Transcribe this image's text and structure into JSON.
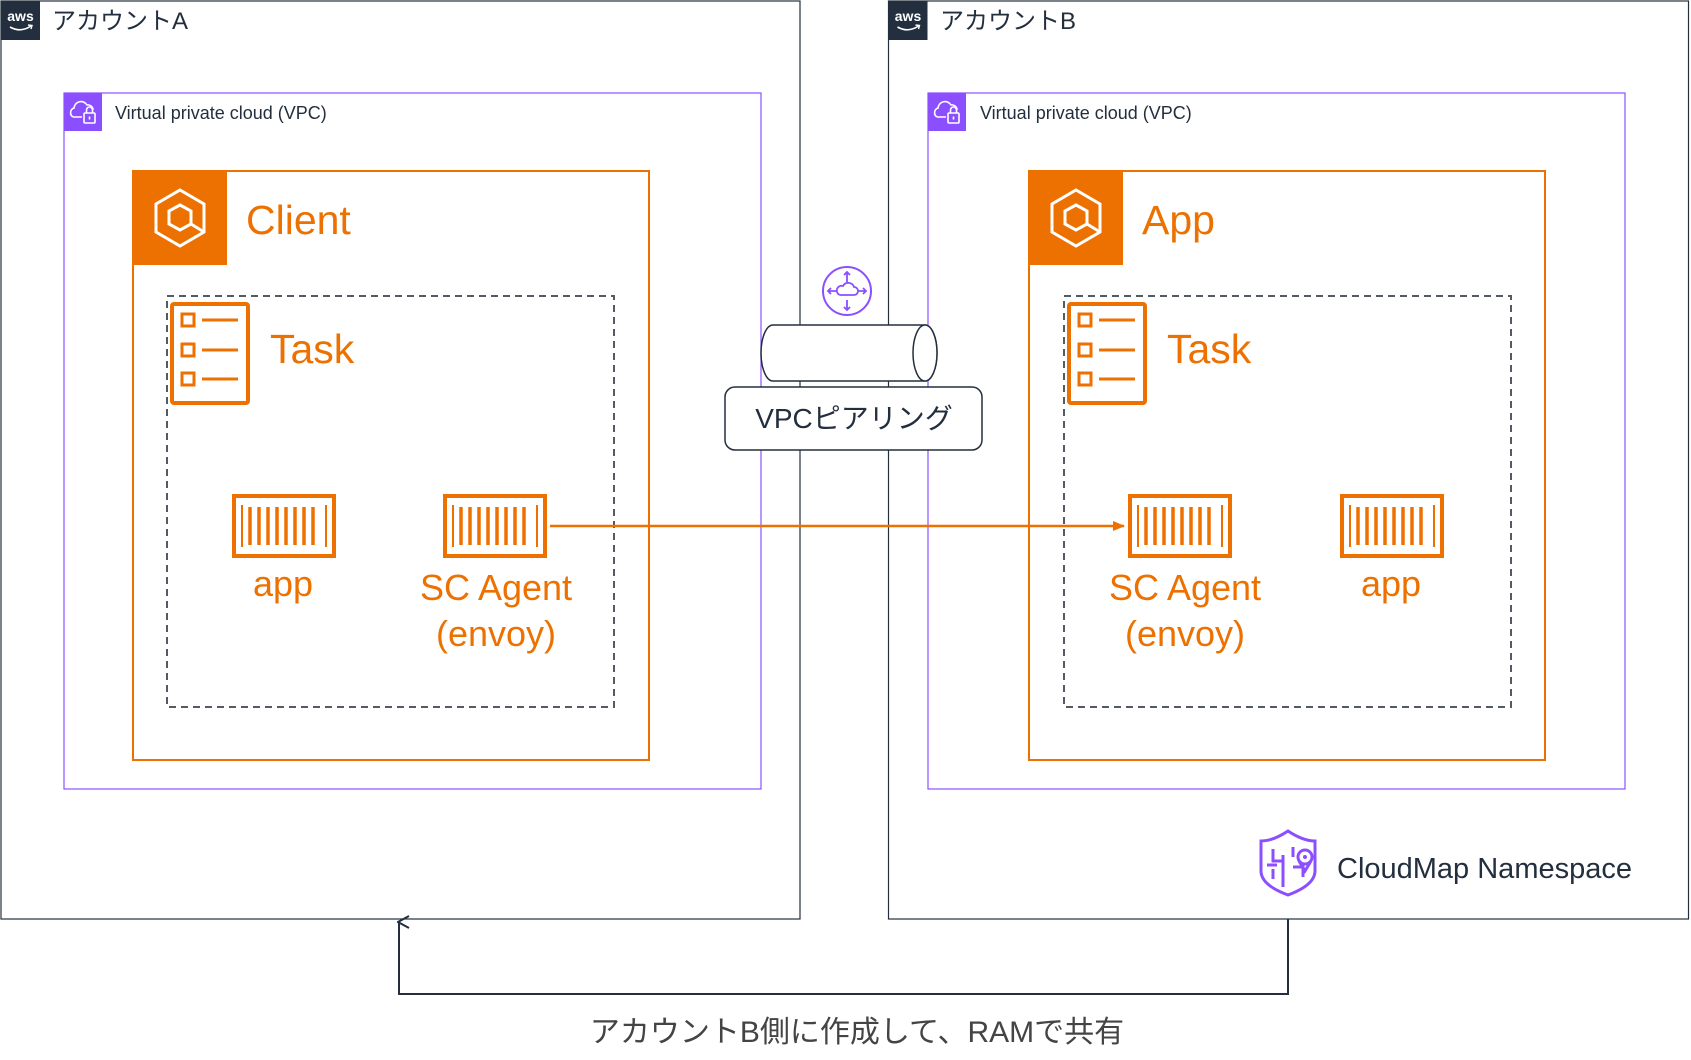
{
  "account_a": {
    "logo_text": "aws",
    "label": "アカウントA",
    "vpc": {
      "label": "Virtual private cloud (VPC)",
      "service": {
        "name": "Client",
        "task": {
          "label": "Task",
          "containers": [
            {
              "label": "app"
            },
            {
              "label": "SC Agent",
              "sublabel": "(envoy)"
            }
          ]
        }
      }
    }
  },
  "account_b": {
    "logo_text": "aws",
    "label": "アカウントB",
    "vpc": {
      "label": "Virtual private cloud (VPC)",
      "service": {
        "name": "App",
        "task": {
          "label": "Task",
          "containers": [
            {
              "label": "SC Agent",
              "sublabel": "(envoy)"
            },
            {
              "label": "app"
            }
          ]
        }
      }
    },
    "cloudmap": {
      "label": "CloudMap Namespace"
    }
  },
  "vpc_peering": {
    "label": "VPCピアリング"
  },
  "ram_share_note": "アカウントB側に作成して、RAMで共有",
  "icons": {
    "account": "aws-logo-icon",
    "vpc": "vpc-cloud-lock-icon",
    "service": "ecs-service-icon",
    "task": "ecs-task-icon",
    "container": "container-icon",
    "peering": "vpc-peering-router-icon",
    "cloudmap": "cloudmap-namespace-icon"
  },
  "colors": {
    "aws_dark": "#232F3E",
    "ecs_orange": "#ED7100",
    "vpc_purple": "#8C4FFF",
    "task_border": "#545B64"
  }
}
